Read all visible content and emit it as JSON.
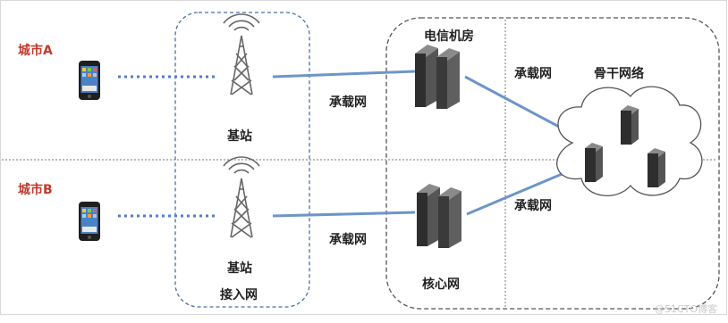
{
  "labels": {
    "city_a": "城市A",
    "city_b": "城市B",
    "base_station_a": "基站",
    "base_station_b": "基站",
    "access_network": "接入网",
    "bearer_network_a": "承载网",
    "bearer_network_b": "承载网",
    "bearer_network_c": "承载网",
    "bearer_network_d": "承载网",
    "telecom_room": "电信机房",
    "backbone_network": "骨干网络",
    "core_network": "核心网"
  },
  "watermark": "@51CTO博客",
  "colors": {
    "link": "#6d95c8",
    "dotted_link": "#4f7fc6",
    "boundary": "#555555",
    "access_boundary": "#4a6fa5",
    "city_text": "#c0392b",
    "server": "#3a3a3a"
  },
  "icons": [
    "phone-icon",
    "antenna-tower-icon",
    "server-icon",
    "cloud-icon"
  ]
}
